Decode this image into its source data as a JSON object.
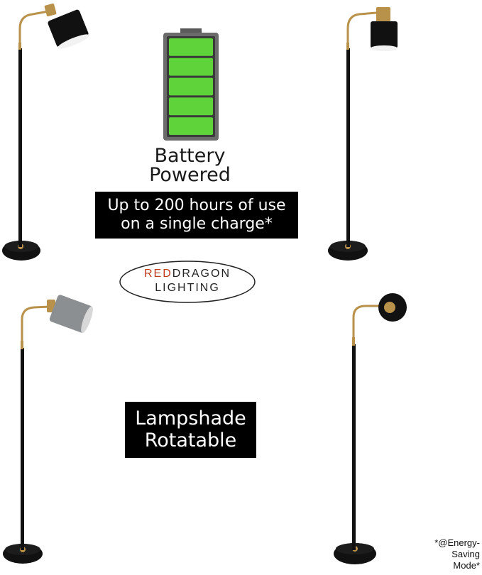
{
  "battery": {
    "label_line1": "Battery",
    "label_line2": "Powered",
    "fill_fraction": 1.0,
    "fill_color": "#5fd33a",
    "segments": 5
  },
  "usage_banner": {
    "line1": "Up to 200 hours of use",
    "line2": "on a single charge*"
  },
  "brand": {
    "part1": "RED",
    "part2": "DRAGON",
    "part3": "LIGHTING",
    "accent_color": "#c0391b"
  },
  "feature_banner": {
    "line1": "Lampshade",
    "line2": "Rotatable"
  },
  "footnote": {
    "line1": "*@Energy-",
    "line2": "Saving",
    "line3": "Mode*"
  },
  "colors": {
    "lamp_body": "#111111",
    "brass": "#b8924a",
    "grey_shade": "#8c8f92"
  }
}
